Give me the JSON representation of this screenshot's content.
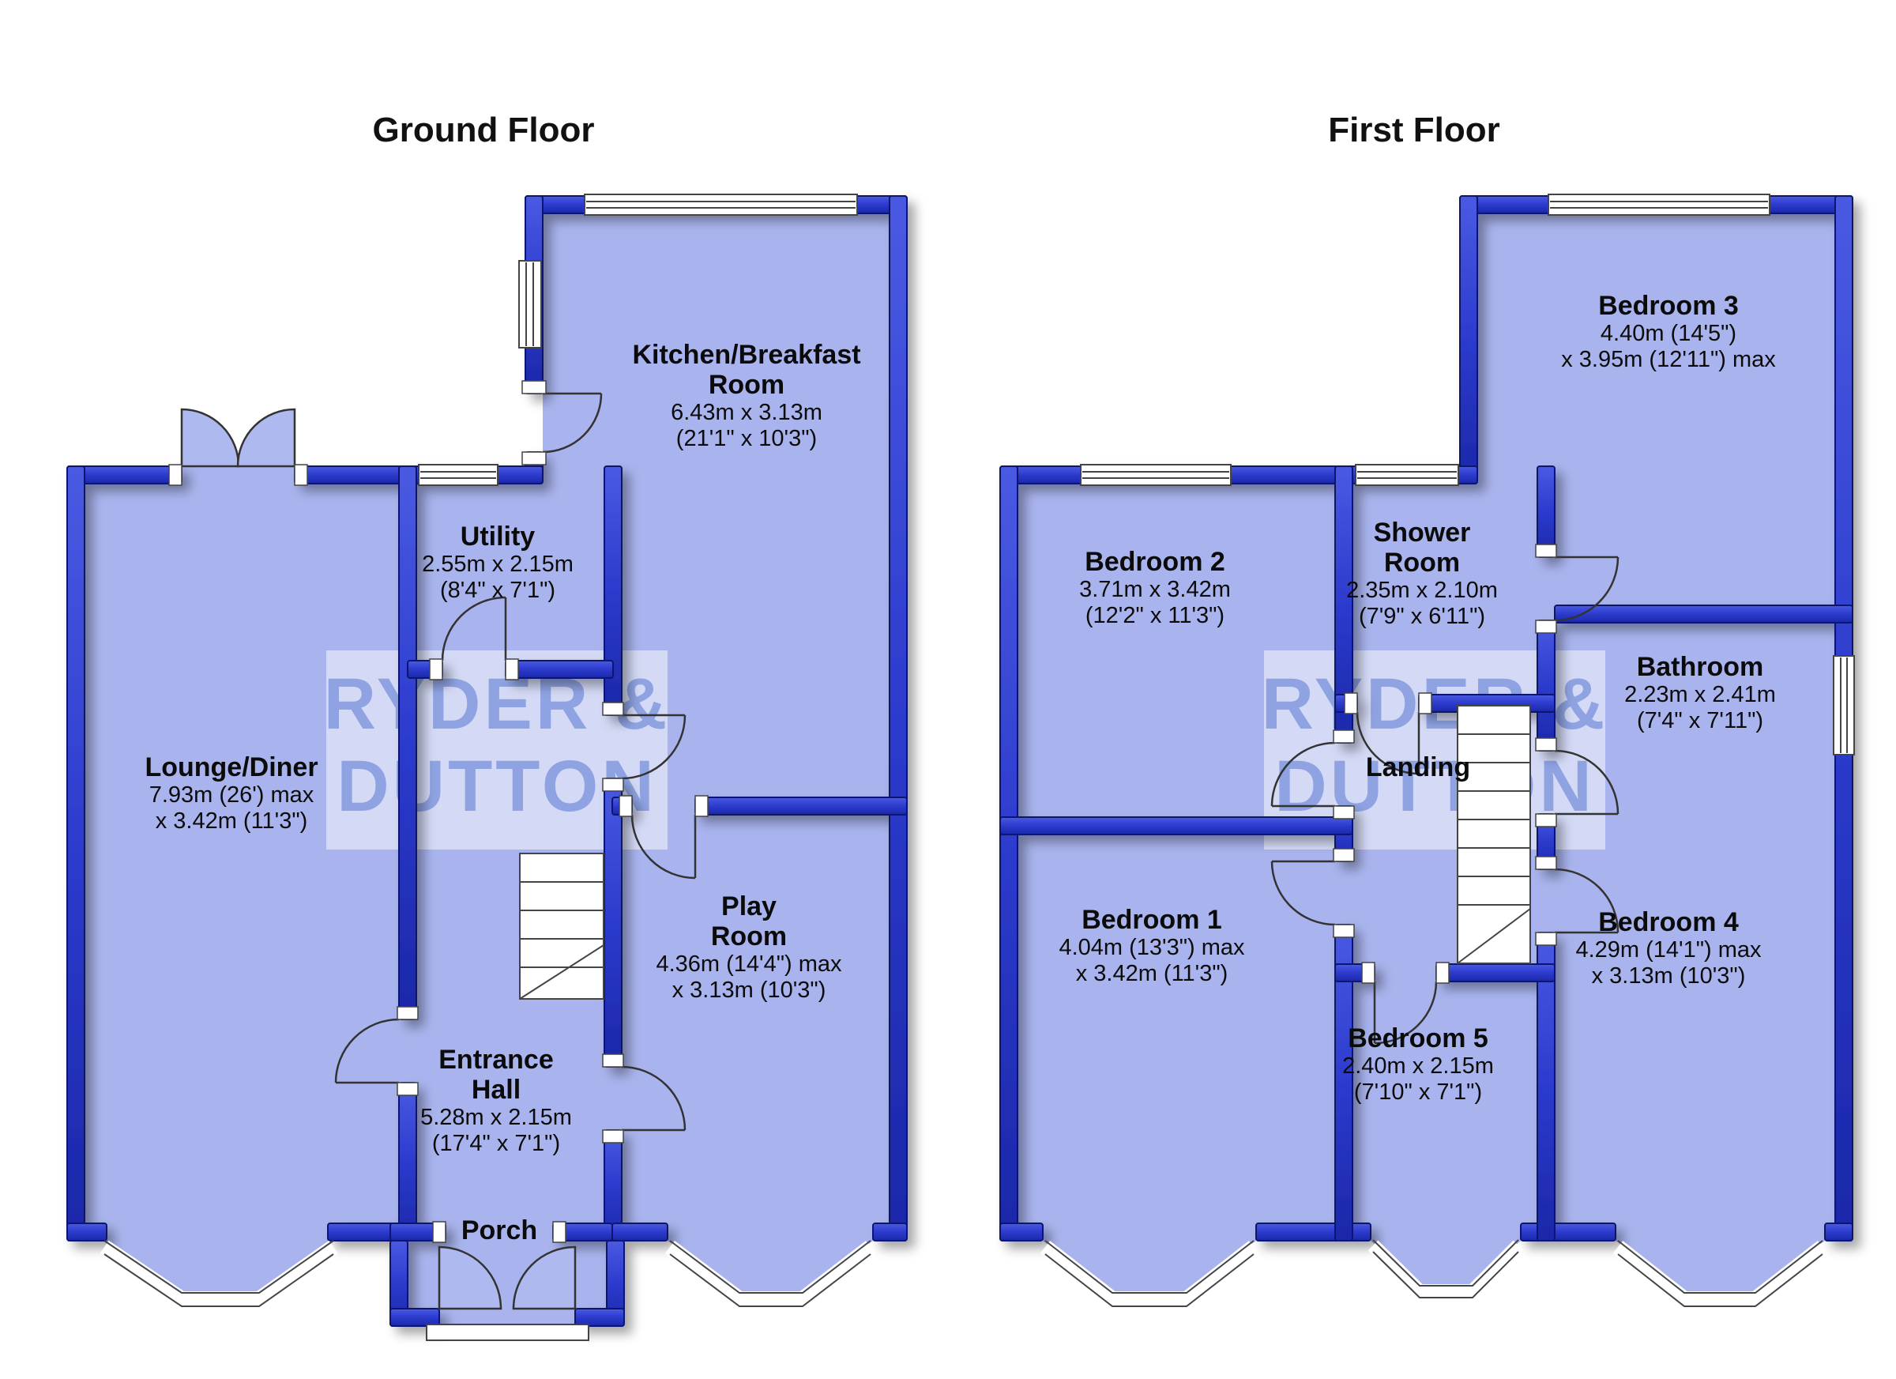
{
  "palette": {
    "wall_fill": "#2f3fd3",
    "wall_outline": "#10176e",
    "room_fill": "#a9b4ee",
    "door_leaf_fill": "#aeb9f0",
    "frame_stroke": "#444444",
    "text_color": "#0b0b0b",
    "watermark_text_color": "#8ba1e2",
    "watermark_box_color": "#e8ecfa"
  },
  "watermark": {
    "line1": "RYDER &",
    "line2": "DUTTON"
  },
  "floors": [
    {
      "title": "Ground Floor",
      "rooms": [
        {
          "id": "kitchen",
          "name_lines": [
            "Kitchen/Breakfast",
            "Room"
          ],
          "dims": [
            "6.43m x 3.13m",
            "(21'1\" x 10'3\")"
          ]
        },
        {
          "id": "utility",
          "name_lines": [
            "Utility"
          ],
          "dims": [
            "2.55m x 2.15m",
            "(8'4\" x 7'1\")"
          ]
        },
        {
          "id": "lounge-diner",
          "name_lines": [
            "Lounge/Diner"
          ],
          "dims": [
            "7.93m (26') max",
            "x 3.42m (11'3\")"
          ]
        },
        {
          "id": "play-room",
          "name_lines": [
            "Play",
            "Room"
          ],
          "dims": [
            "4.36m (14'4\") max",
            "x 3.13m (10'3\")"
          ]
        },
        {
          "id": "entrance-hall",
          "name_lines": [
            "Entrance",
            "Hall"
          ],
          "dims": [
            "5.28m x 2.15m",
            "(17'4\" x 7'1\")"
          ]
        },
        {
          "id": "porch",
          "name_lines": [
            "Porch"
          ],
          "dims": []
        }
      ]
    },
    {
      "title": "First Floor",
      "rooms": [
        {
          "id": "bedroom-3",
          "name_lines": [
            "Bedroom 3"
          ],
          "dims": [
            "4.40m (14'5\")",
            "x 3.95m (12'11\") max"
          ]
        },
        {
          "id": "bedroom-2",
          "name_lines": [
            "Bedroom 2"
          ],
          "dims": [
            "3.71m x 3.42m",
            "(12'2\" x 11'3\")"
          ]
        },
        {
          "id": "shower-room",
          "name_lines": [
            "Shower",
            "Room"
          ],
          "dims": [
            "2.35m x 2.10m",
            "(7'9\" x 6'11\")"
          ]
        },
        {
          "id": "bathroom",
          "name_lines": [
            "Bathroom"
          ],
          "dims": [
            "2.23m x 2.41m",
            "(7'4\" x 7'11\")"
          ]
        },
        {
          "id": "landing",
          "name_lines": [
            "Landing"
          ],
          "dims": []
        },
        {
          "id": "bedroom-1",
          "name_lines": [
            "Bedroom 1"
          ],
          "dims": [
            "4.04m (13'3\") max",
            "x 3.42m (11'3\")"
          ]
        },
        {
          "id": "bedroom-5",
          "name_lines": [
            "Bedroom 5"
          ],
          "dims": [
            "2.40m x 2.15m",
            "(7'10\" x 7'1\")"
          ]
        },
        {
          "id": "bedroom-4",
          "name_lines": [
            "Bedroom 4"
          ],
          "dims": [
            "4.29m (14'1\") max",
            "x 3.13m (10'3\")"
          ]
        }
      ]
    }
  ]
}
